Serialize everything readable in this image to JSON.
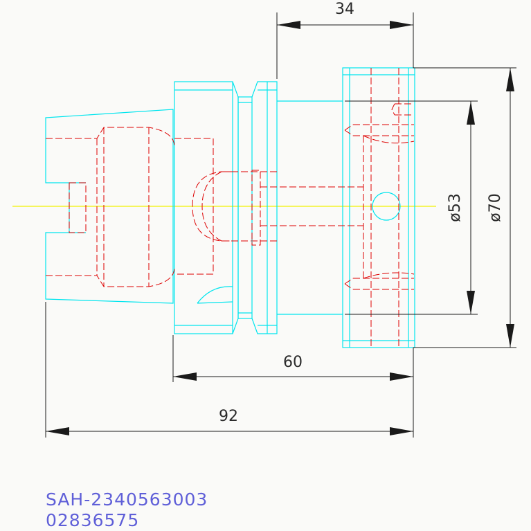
{
  "dimensions": {
    "top_width": "34",
    "middle_width": "60",
    "overall_length": "92",
    "diameter_inner": "ø53",
    "diameter_outer": "ø70"
  },
  "part_code": "SAH-2340563003",
  "part_number": "02836575",
  "colors": {
    "outline": "#00e5ee",
    "hidden": "#dd0000",
    "centerline": "#f2f200",
    "dimension": "#1a1a1a",
    "code_text": "#5f5fd8"
  }
}
